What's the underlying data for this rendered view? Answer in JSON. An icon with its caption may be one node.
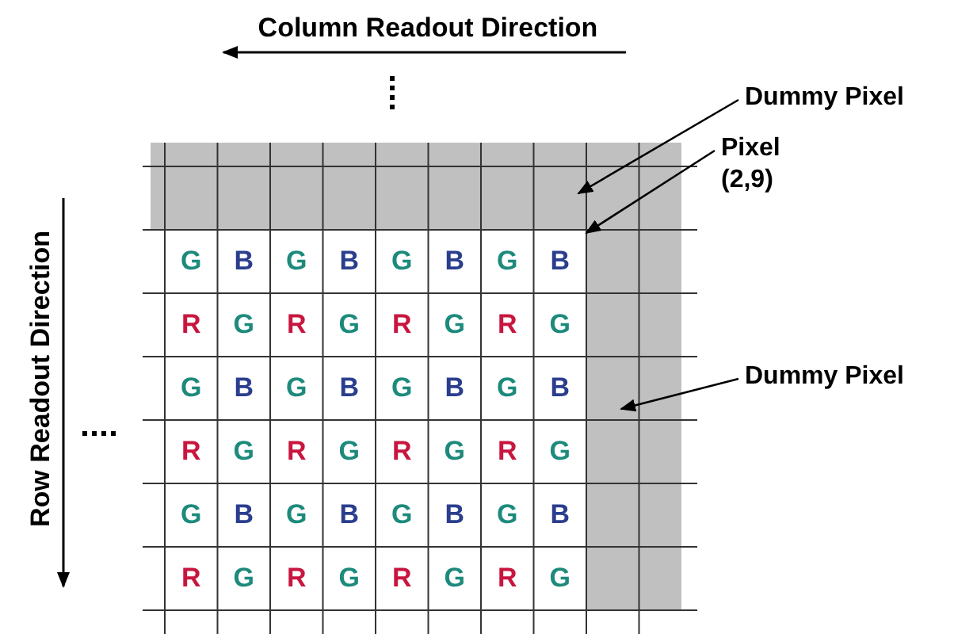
{
  "diagram": {
    "nodes": [
      {
        "text": [
          "Dummy Pixel"
        ]
      },
      {
        "text": [],
        "shape": "box"
      },
      {
        "text": [
          "Pixel (2,9)"
        ]
      },
      {
        "text": [
          "B"
        ]
      },
      {
        "text": [
          "Dummy Pixel"
        ]
      },
      {
        "text": [],
        "shape": "box"
      }
    ],
    "edges": [
      {
        "from": 0,
        "to": 1,
        "arrow": "to"
      },
      {
        "from": 2,
        "to": 3,
        "arrow": "to"
      },
      {
        "from": 4,
        "to": 5,
        "arrow": "to"
      }
    ],
    "labels": [
      "Column Readout Direction",
      "Row Readout Direction",
      "G",
      "B",
      "G",
      "B",
      "G",
      "B",
      "G",
      "R",
      "G",
      "R",
      "G",
      "R",
      "G",
      "R",
      "G",
      "G",
      "B",
      "G",
      "B",
      "G",
      "B",
      "G",
      "B",
      "R",
      "G",
      "R",
      "G",
      "R",
      "G",
      "R",
      "G",
      "G",
      "B",
      "G",
      "B",
      "G",
      "B",
      "G",
      "B",
      "R",
      "G",
      "R",
      "G",
      "R",
      "G",
      "R",
      "G"
    ]
  }
}
